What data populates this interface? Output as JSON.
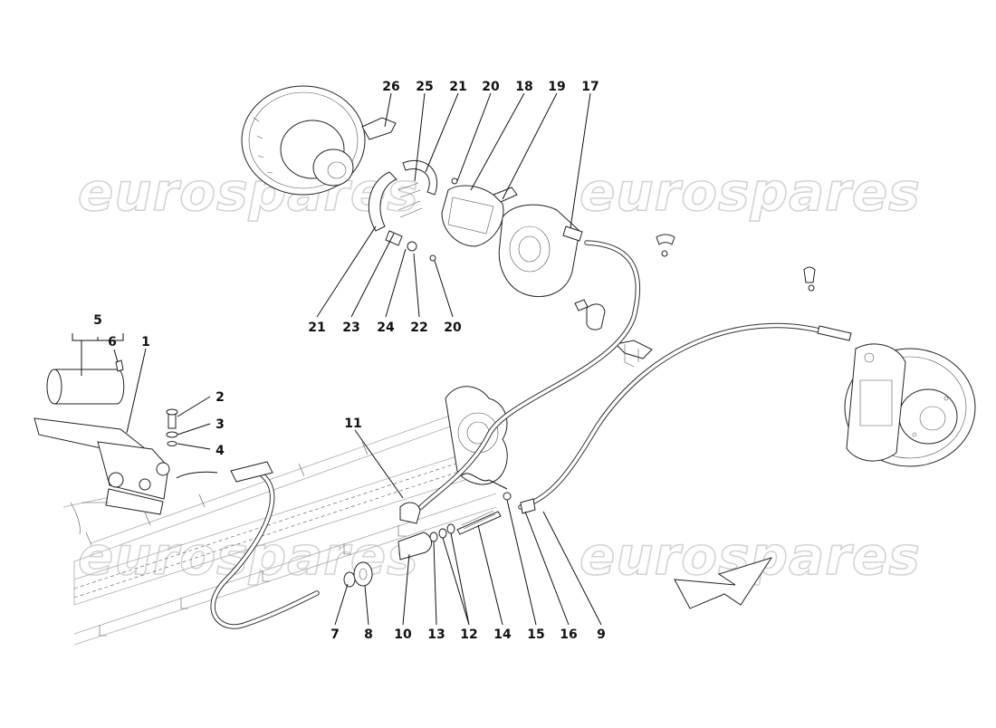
{
  "watermarks": [
    {
      "text": "eurospares"
    },
    {
      "text": "eurospares"
    },
    {
      "text": "eurospares"
    },
    {
      "text": "eurospares"
    }
  ],
  "callouts": [
    {
      "label": "26"
    },
    {
      "label": "25"
    },
    {
      "label": "21"
    },
    {
      "label": "20"
    },
    {
      "label": "18"
    },
    {
      "label": "19"
    },
    {
      "label": "17"
    },
    {
      "label": "21"
    },
    {
      "label": "23"
    },
    {
      "label": "24"
    },
    {
      "label": "22"
    },
    {
      "label": "20"
    },
    {
      "label": "5"
    },
    {
      "label": "6"
    },
    {
      "label": "1"
    },
    {
      "label": "2"
    },
    {
      "label": "3"
    },
    {
      "label": "4"
    },
    {
      "label": "11"
    },
    {
      "label": "7"
    },
    {
      "label": "8"
    },
    {
      "label": "10"
    },
    {
      "label": "13"
    },
    {
      "label": "12"
    },
    {
      "label": "14"
    },
    {
      "label": "15"
    },
    {
      "label": "16"
    },
    {
      "label": "9"
    }
  ],
  "icons": {
    "direction_arrow": "direction-arrow-icon"
  }
}
